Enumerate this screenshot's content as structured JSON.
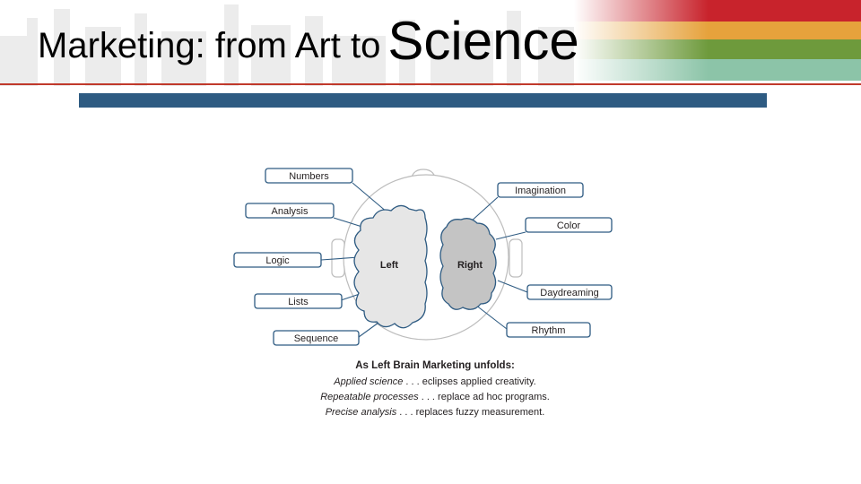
{
  "slide": {
    "title_main": "Marketing: from Art to",
    "title_emphasis": "Science"
  },
  "colors": {
    "title_rule": "#c0392b",
    "blue_bar": "#2e5b82",
    "stripe_red": "#c8232c",
    "stripe_orange": "#e6a23c",
    "stripe_green": "#6e9a3c",
    "stripe_teal": "#8cc4a8",
    "left_hemisphere": "#e6e6e6",
    "right_hemisphere": "#c4c4c4",
    "label_border": "#2e5b82"
  },
  "diagram": {
    "left_hemisphere": "Left",
    "right_hemisphere": "Right",
    "left_traits": [
      "Numbers",
      "Analysis",
      "Logic",
      "Lists",
      "Sequence"
    ],
    "right_traits": [
      "Imagination",
      "Color",
      "Daydreaming",
      "Rhythm"
    ]
  },
  "caption": {
    "heading": "As Left Brain Marketing unfolds:",
    "lines": [
      {
        "lead": "Applied science",
        "rest": " . . . eclipses applied creativity."
      },
      {
        "lead": "Repeatable processes",
        "rest": " . . . replace ad hoc programs."
      },
      {
        "lead": "Precise analysis",
        "rest": " . . . replaces fuzzy measurement."
      }
    ]
  }
}
